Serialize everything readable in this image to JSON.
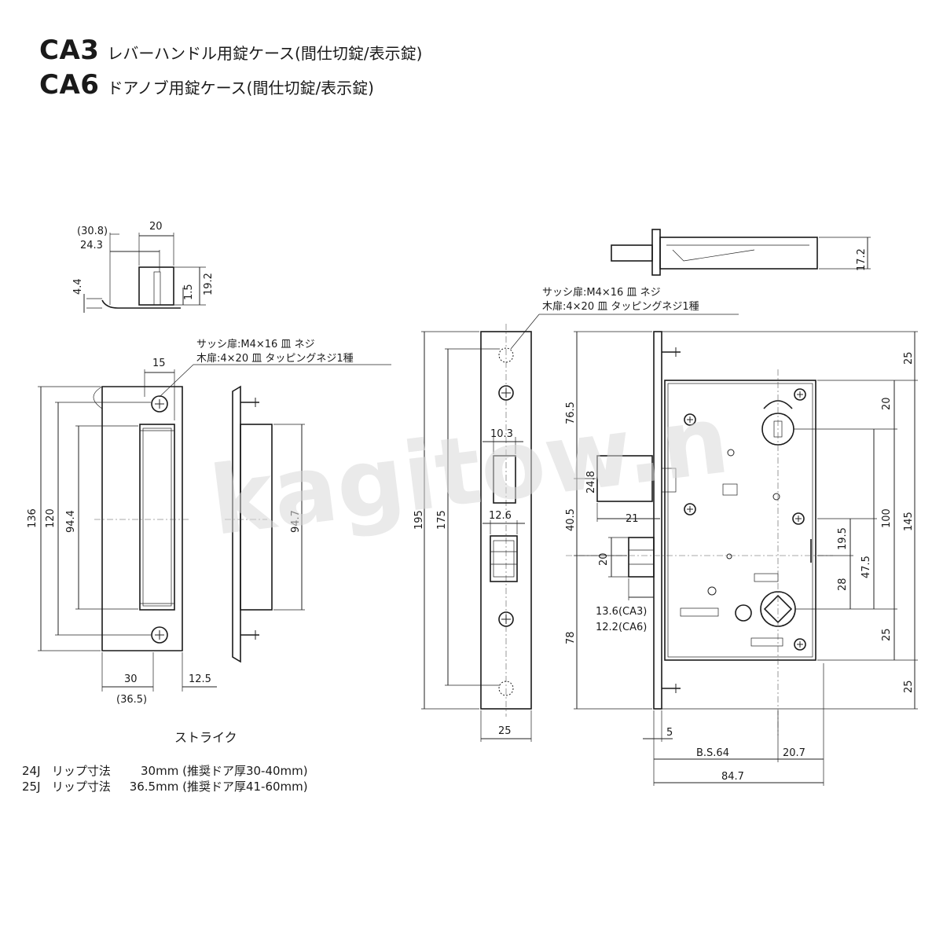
{
  "title": {
    "line1": {
      "code": "CA3",
      "text": "レバーハンドル用錠ケース(間仕切錠/表示錠)"
    },
    "line2": {
      "code": "CA6",
      "text": "ドアノブ用錠ケース(間仕切錠/表示錠)"
    }
  },
  "watermark": "kagitow.n",
  "screw_note": {
    "sash": "サッシ扉:M4×16 皿 ネジ",
    "wood": "木扉:4×20 皿 タッピングネジ1種"
  },
  "strike": {
    "caption": "ストライク",
    "dims": {
      "top_20": "20",
      "top_308": "(30.8)",
      "top_243": "24.3",
      "side_44": "4.4",
      "side_15": "1.5",
      "side_192": "19.2",
      "w15": "15",
      "h136": "136",
      "h120": "120",
      "h944": "94.4",
      "h947": "94.7",
      "w30": "30",
      "w365": "(36.5)",
      "w125": "12.5"
    }
  },
  "front_plate": {
    "dims": {
      "h195": "195",
      "h175": "175",
      "w103": "10.3",
      "w126": "12.6",
      "w25": "25"
    }
  },
  "lock_case": {
    "dims": {
      "top172": "17.2",
      "d765": "76.5",
      "d405": "40.5",
      "d78": "78",
      "d248": "24.8",
      "d21": "21",
      "d20": "20",
      "d136": "13.6(CA3)",
      "d122": "12.2(CA6)",
      "r25a": "25",
      "r20": "20",
      "r100": "100",
      "r145": "145",
      "r195": "19.5",
      "r475": "47.5",
      "r28": "28",
      "r25b": "25",
      "r25c": "25",
      "b5": "5",
      "bs64": "B.S.64",
      "b207": "20.7",
      "b847": "84.7"
    }
  },
  "lip_table": [
    {
      "code": "24J",
      "label": "リップ寸法",
      "value": "30mm",
      "note": "(推奨ドア厚30-40mm)"
    },
    {
      "code": "25J",
      "label": "リップ寸法",
      "value": "36.5mm",
      "note": "(推奨ドア厚41-60mm)"
    }
  ]
}
